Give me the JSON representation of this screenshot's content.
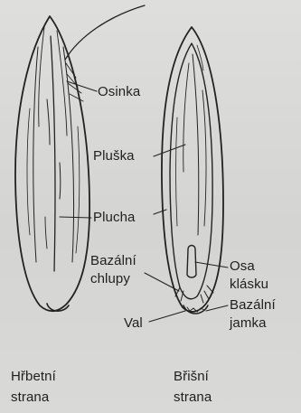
{
  "labels": {
    "osinka": "Osinka",
    "pluska": "Pluška",
    "plucha": "Plucha",
    "bazalni_chlupy": "Bazální chlupy",
    "osa_klasku": "Osa klásku",
    "bazalni_jamka": "Bazální jamka",
    "val": "Val"
  },
  "captions": {
    "hrbetni_strana": "Hřbetní strana",
    "brisni_strana": "Břišní strana"
  }
}
